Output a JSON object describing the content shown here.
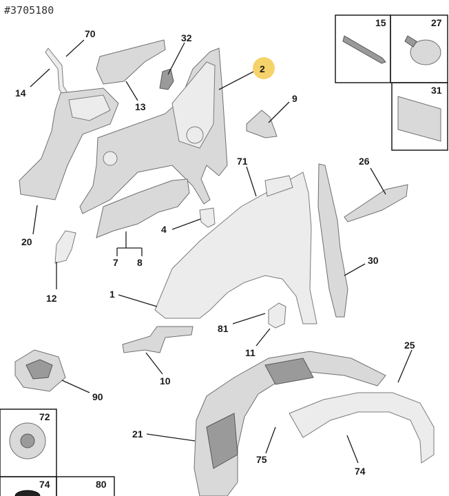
{
  "reference": "#3705180",
  "highlight_color": "#f6d26a",
  "callouts": {
    "c70": "70",
    "c32": "32",
    "c2": "2",
    "c14": "14",
    "c13": "13",
    "c9": "9",
    "c71": "71",
    "c26": "26",
    "c20": "20",
    "c4": "4",
    "c7": "7",
    "c8": "8",
    "c30": "30",
    "c12": "12",
    "c1": "1",
    "c81": "81",
    "c11": "11",
    "c25": "25",
    "c10": "10",
    "c90": "90",
    "c21": "21",
    "c75": "75",
    "c74": "74",
    "c15": "15",
    "c27": "27",
    "c31": "31",
    "c72": "72",
    "c74b": "74",
    "c80": "80"
  }
}
